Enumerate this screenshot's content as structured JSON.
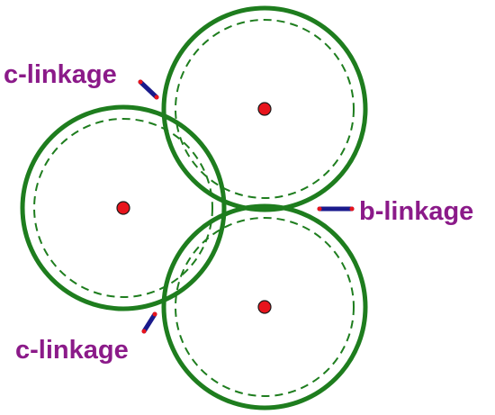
{
  "diagram": {
    "colors": {
      "circle_stroke": "#1e7d1e",
      "center_dot": "#e8141c",
      "center_outline": "#1a1a1a",
      "linkage_bar": "#1a1a8c",
      "linkage_tip": "#e8141c",
      "label_text": "#8b1a89",
      "background": "#ffffff"
    },
    "circles": [
      {
        "name": "top"
      },
      {
        "name": "left"
      },
      {
        "name": "bottom"
      }
    ],
    "labels": {
      "c_top": "c-linkage",
      "b_right": "b-linkage",
      "c_bottom": "c-linkage"
    }
  }
}
